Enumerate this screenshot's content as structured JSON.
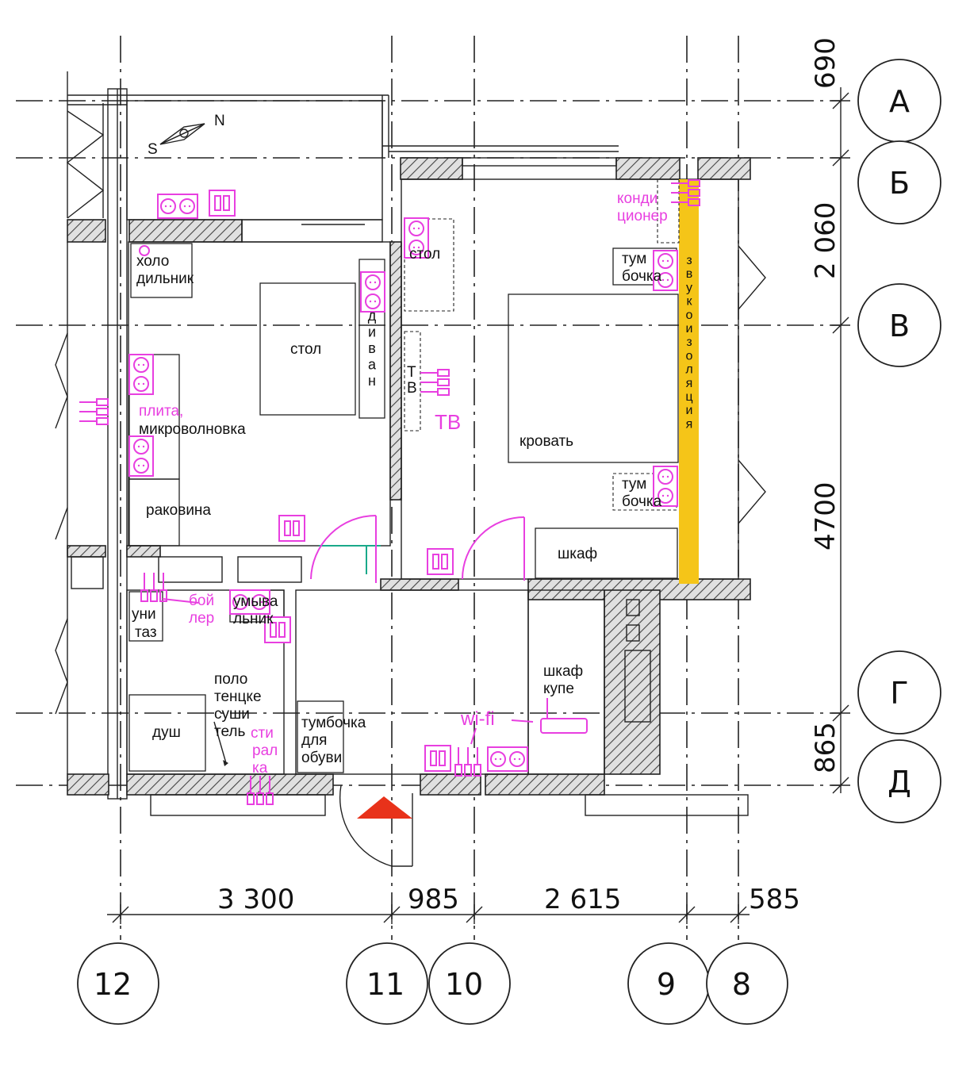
{
  "colors": {
    "line": "#222222",
    "accent_magenta": "#e83fe0",
    "insulation_yellow": "#f5c518",
    "entrance_red": "#e8321a",
    "door_swing_green": "#1aa98a"
  },
  "compass": {
    "north": "N",
    "south": "S"
  },
  "axes": {
    "rows": [
      "А",
      "Б",
      "В",
      "Г",
      "Д"
    ],
    "columns": [
      "12",
      "11",
      "10",
      "9",
      "8"
    ]
  },
  "dimensions": {
    "right": [
      "690",
      "2 060",
      "4700",
      "865"
    ],
    "bottom": [
      "3 300",
      "985",
      "2 615",
      "585"
    ]
  },
  "rooms": {
    "kitchen": {
      "fridge": [
        "холо",
        "дильник"
      ],
      "table": "стол",
      "sofa": [
        "д",
        "и",
        "в",
        "а",
        "н"
      ],
      "stove": [
        "плита,",
        "микроволновка"
      ],
      "sink": "раковина"
    },
    "bedroom": {
      "desk": "стол",
      "tv_marker": [
        "Т",
        "В"
      ],
      "tv_label": "ТВ",
      "ac": [
        "конди",
        "ционер"
      ],
      "nightstand_top": [
        "тум",
        "бочка"
      ],
      "nightstand_bottom": [
        "тум",
        "бочка"
      ],
      "bed": "кровать",
      "wardrobe": "шкаф",
      "insulation": [
        "з",
        "в",
        "у",
        "к",
        "о",
        "и",
        "з",
        "о",
        "л",
        "я",
        "ц",
        "и",
        "я"
      ]
    },
    "bathroom": {
      "toilet": [
        "уни",
        "таз"
      ],
      "boiler": [
        "бой",
        "лер"
      ],
      "washbasin": [
        "умыва",
        "льник"
      ],
      "towel_dryer": [
        "поло",
        "тенцке",
        "суши",
        "тель"
      ],
      "shower": "душ",
      "washer": [
        "сти",
        "рал",
        "ка"
      ]
    },
    "hall": {
      "shoe_cabinet": [
        "тумбочка",
        "для",
        "обуви"
      ],
      "closet": [
        "шкаф",
        "купе"
      ],
      "wifi": "wi-fi"
    }
  }
}
